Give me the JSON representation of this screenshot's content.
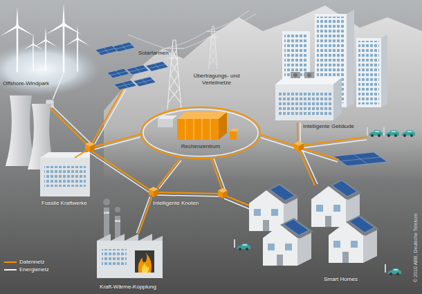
{
  "diagram": {
    "nodes": [
      {
        "text": [
          "Offshore-Windpark"
        ]
      },
      {
        "text": [
          "Solarfarmen"
        ]
      },
      {
        "text": [
          "Übertragungs- und Verteilnetze"
        ]
      },
      {
        "text": [
          "Intelligente Gebäude"
        ]
      },
      {
        "text": [
          "Rechenzentrum"
        ]
      },
      {
        "text": [
          "Fossile Kraftwerke"
        ]
      },
      {
        "text": [
          "Intelligente Knoten"
        ]
      },
      {
        "text": [
          "Smart Homes"
        ]
      },
      {
        "text": [
          "Kraft-Wärme-Kopplung"
        ]
      }
    ],
    "edges": [
      {
        "from": 6,
        "to": 4,
        "arrow": "none"
      },
      {
        "from": 6,
        "to": 8,
        "arrow": "none"
      }
    ],
    "labels": [
      "© 2010 ABB, Deutsche Telekom"
    ],
    "legend": [
      {
        "text": "Datennetz"
      },
      {
        "text": "Energienetz"
      }
    ]
  }
}
